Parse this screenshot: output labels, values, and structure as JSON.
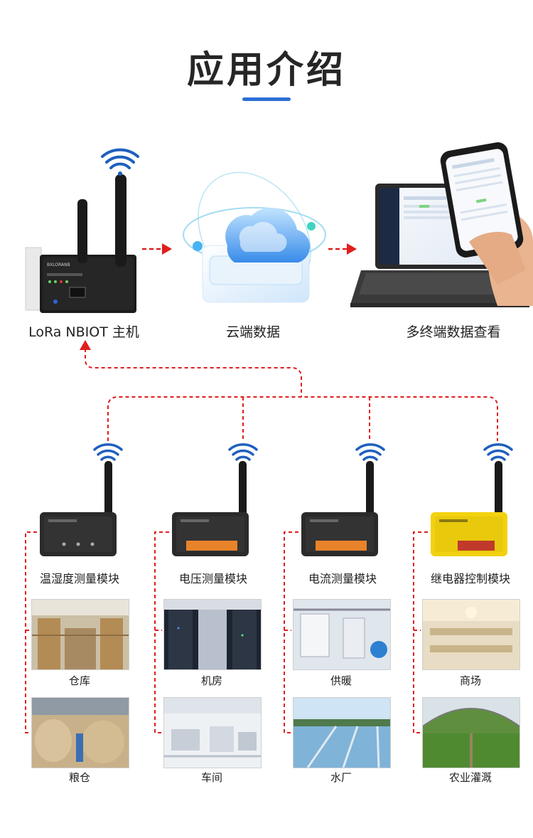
{
  "title": "应用介绍",
  "host": {
    "label": "LoRa NBIOT 主机"
  },
  "cloud": {
    "label": "云端数据"
  },
  "terminals": {
    "label": "多终端数据查看"
  },
  "modules": [
    {
      "label": "温湿度测量模块",
      "color": "#2b2b2b"
    },
    {
      "label": "电压测量模块",
      "color": "#2b2b2b"
    },
    {
      "label": "电流测量模块",
      "color": "#2b2b2b"
    },
    {
      "label": "继电器控制模块",
      "color": "#f2d20f"
    }
  ],
  "scenes": [
    [
      "仓库",
      "粮仓"
    ],
    [
      "机房",
      "车间"
    ],
    [
      "供暖",
      "水厂"
    ],
    [
      "商场",
      "农业灌溉"
    ]
  ],
  "colors": {
    "accent": "#2c6fd6",
    "connector": "#e01e1e",
    "wifi": "#1f5fbf"
  }
}
